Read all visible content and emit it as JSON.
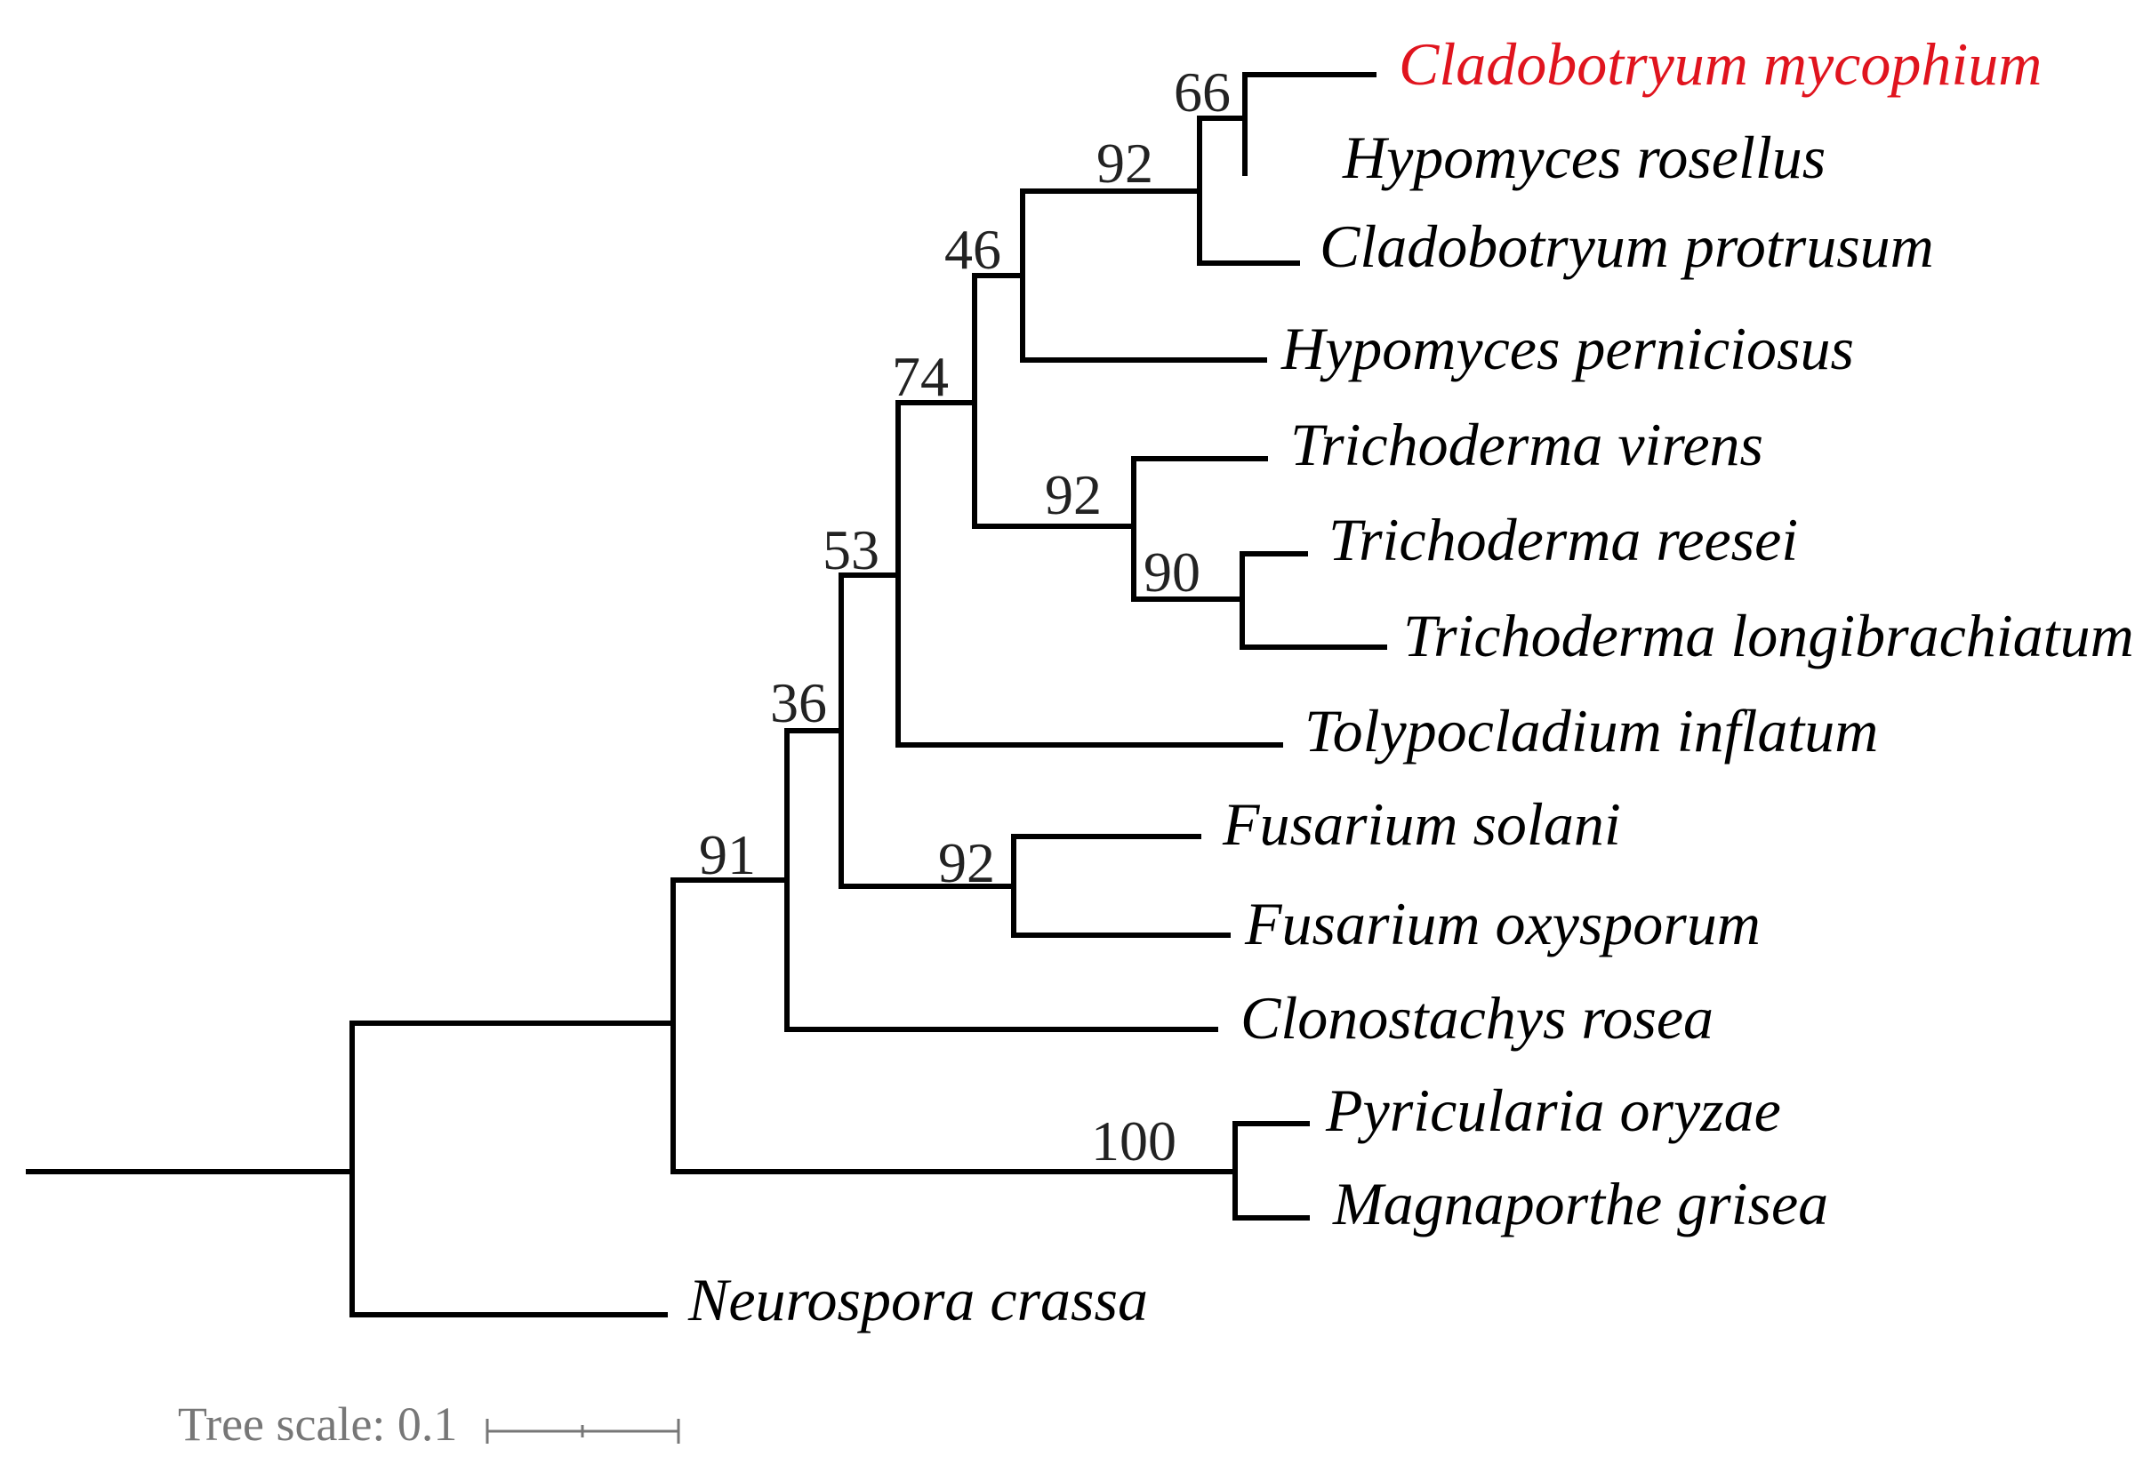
{
  "colors": {
    "branch": "#000000",
    "highlight": "#e0141e",
    "taxon": "#000000",
    "support": "#222222",
    "scale": "#777777"
  },
  "taxa": [
    {
      "id": "cmyc",
      "label": "Cladobotryum mycophium",
      "highlight": true
    },
    {
      "id": "hros",
      "label": "Hypomyces rosellus"
    },
    {
      "id": "cpro",
      "label": "Cladobotryum protrusum"
    },
    {
      "id": "hper",
      "label": "Hypomyces perniciosus"
    },
    {
      "id": "tvir",
      "label": "Trichoderma virens"
    },
    {
      "id": "tree",
      "label": "Trichoderma reesei"
    },
    {
      "id": "tlon",
      "label": "Trichoderma longibrachiatum"
    },
    {
      "id": "tinf",
      "label": "Tolypocladium inflatum"
    },
    {
      "id": "fsol",
      "label": "Fusarium solani"
    },
    {
      "id": "foxy",
      "label": "Fusarium oxysporum"
    },
    {
      "id": "cros",
      "label": "Clonostachys rosea"
    },
    {
      "id": "pory",
      "label": "Pyricularia oryzae"
    },
    {
      "id": "mgri",
      "label": "Magnaporthe grisea"
    },
    {
      "id": "ncra",
      "label": "Neurospora crassa"
    }
  ],
  "support_values": {
    "n66": "66",
    "n92a": "92",
    "n46": "46",
    "n74": "74",
    "n92b": "92",
    "n90": "90",
    "n53": "53",
    "n36": "36",
    "n92c": "92",
    "n91": "91",
    "n100": "100"
  },
  "scale": {
    "label": "Tree scale: 0.1",
    "value": 0.1
  }
}
